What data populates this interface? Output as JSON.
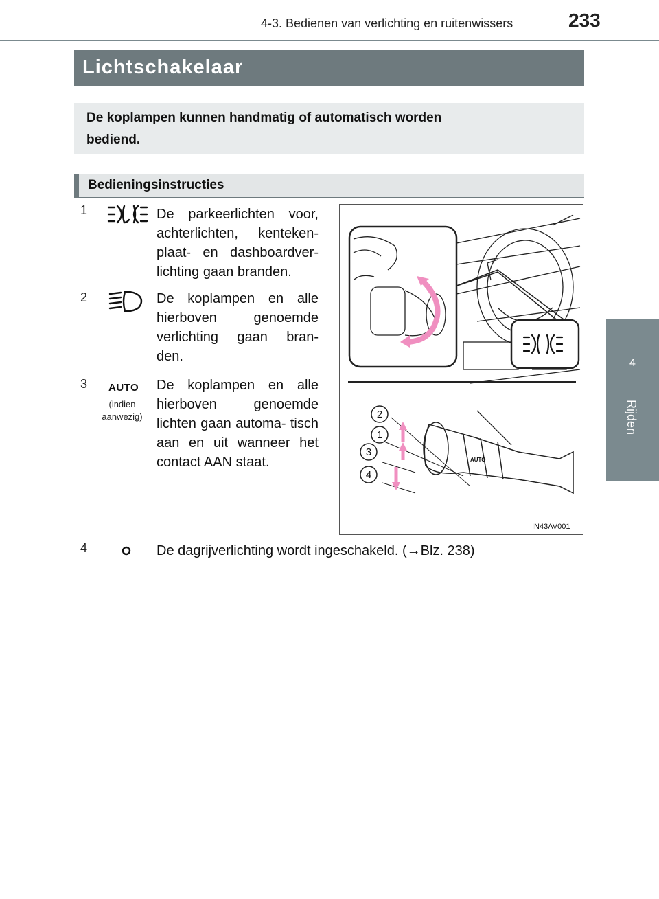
{
  "header": {
    "section": "4-3. Bedienen van verlichting en ruitenwissers",
    "page_number": "233"
  },
  "side_tab": {
    "chapter_number": "4",
    "chapter_label": "Rijden"
  },
  "title": "Lichtschakelaar",
  "intro": "De koplampen kunnen handmatig of automatisch worden bediend.",
  "subheading": "Bedieningsinstructies",
  "items": [
    {
      "number": "1",
      "icon": "parking-lights-icon",
      "text": "De parkeerlichten voor, achterlichten, kenteken- plaat- en dashboardver- lichting gaan branden."
    },
    {
      "number": "2",
      "icon": "headlights-icon",
      "text": "De koplampen en alle hierboven genoemde verlichting gaan bran- den."
    },
    {
      "number": "3",
      "icon_text": "AUTO",
      "note": "(indien aanwezig)",
      "text": "De koplampen en alle hierboven genoemde lichten gaan automa- tisch aan en uit wanneer het contact AAN staat."
    },
    {
      "number": "4",
      "icon": "daytime-running-light-icon",
      "text": "De dagrijverlichting wordt ingeschakeld. (→Blz. 238)"
    }
  ],
  "illustration": {
    "code": "IN43AV001",
    "callouts": [
      "2",
      "1",
      "3",
      "4"
    ],
    "switch_label": "AUTO"
  },
  "colors": {
    "accent_gray": "#6e7a7e",
    "light_gray": "#e8ebec",
    "arrow_pink": "#f08fc0"
  }
}
